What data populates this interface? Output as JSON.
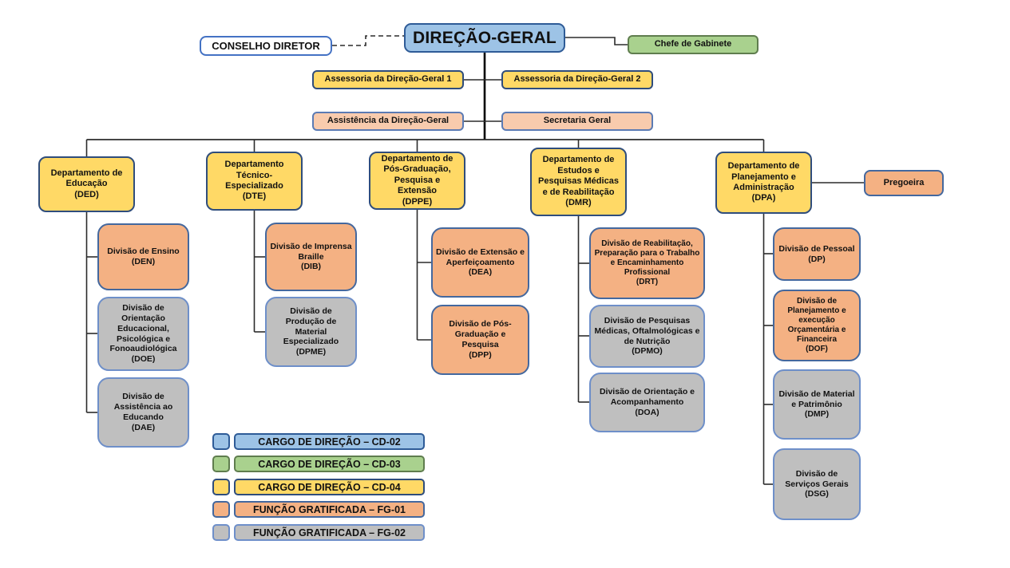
{
  "top": {
    "conselho_diretor": "CONSELHO DIRETOR",
    "direcao_geral": "DIREÇÃO-GERAL",
    "chefe_gabinete": "Chefe de Gabinete",
    "assessoria1": "Assessoria da Direção-Geral 1",
    "assessoria2": "Assessoria da Direção-Geral 2",
    "assistencia": "Assistência da Direção-Geral",
    "secretaria": "Secretaria Geral",
    "pregoeira": "Pregoeira"
  },
  "departments": [
    {
      "label": "Departamento de Educação",
      "acronym": "(DED)"
    },
    {
      "label": "Departamento Técnico-Especializado",
      "acronym": "(DTE)"
    },
    {
      "label": "Departamento de Pós-Graduação, Pesquisa e Extensão",
      "acronym": "(DPPE)"
    },
    {
      "label": "Departamento de Estudos e Pesquisas Médicas e de Reabilitação",
      "acronym": "(DMR)"
    },
    {
      "label": "Departamento de Planejamento e Administração",
      "acronym": "(DPA)"
    }
  ],
  "divisions": [
    {
      "label": "Divisão de Ensino",
      "acronym": "(DEN)",
      "level": "FG-01"
    },
    {
      "label": "Divisão de Orientação Educacional, Psicológica e Fonoaudiológica",
      "acronym": "(DOE)",
      "level": "FG-02"
    },
    {
      "label": "Divisão de Assistência ao Educando",
      "acronym": "(DAE)",
      "level": "FG-02"
    },
    {
      "label": "Divisão de Imprensa Braille",
      "acronym": "(DIB)",
      "level": "FG-01"
    },
    {
      "label": "Divisão de Produção de Material Especializado",
      "acronym": "(DPME)",
      "level": "FG-02"
    },
    {
      "label": "Divisão de Extensão e Aperfeiçoamento",
      "acronym": "(DEA)",
      "level": "FG-01"
    },
    {
      "label": "Divisão de Pós-Graduação e Pesquisa",
      "acronym": "(DPP)",
      "level": "FG-01"
    },
    {
      "label": "Divisão de Reabilitação, Preparação para o Trabalho e Encaminhamento Profissional",
      "acronym": "(DRT)",
      "level": "FG-01"
    },
    {
      "label": "Divisão de Pesquisas Médicas, Oftalmológicas e de Nutrição",
      "acronym": "(DPMO)",
      "level": "FG-02"
    },
    {
      "label": "Divisão de Orientação e Acompanhamento",
      "acronym": "(DOA)",
      "level": "FG-02"
    },
    {
      "label": "Divisão de Pessoal",
      "acronym": "(DP)",
      "level": "FG-01"
    },
    {
      "label": "Divisão de Planejamento e execução Orçamentária e Financeira",
      "acronym": "(DOF)",
      "level": "FG-01"
    },
    {
      "label": "Divisão de Material e Patrimônio",
      "acronym": "(DMP)",
      "level": "FG-02"
    },
    {
      "label": "Divisão de Serviços Gerais",
      "acronym": "(DSG)",
      "level": "FG-02"
    }
  ],
  "legend": [
    {
      "label": "CARGO DE DIREÇÃO – CD-02",
      "color": "#9DC3E6"
    },
    {
      "label": "CARGO DE DIREÇÃO – CD-03",
      "color": "#A9D18E"
    },
    {
      "label": "CARGO DE DIREÇÃO – CD-04",
      "color": "#FFD966"
    },
    {
      "label": "FUNÇÃO GRATIFICADA – FG-01",
      "color": "#F4B183"
    },
    {
      "label": "FUNÇÃO GRATIFICADA – FG-02",
      "color": "#BFBFBF"
    }
  ],
  "palette": {
    "blue": "#9DC3E6",
    "green": "#A9D18E",
    "yellow": "#FFD966",
    "peach": "#F8CBAD",
    "orange": "#F4B183",
    "gray": "#BFBFBF",
    "white": "#FFFFFF",
    "line": "#2b2b2b"
  }
}
